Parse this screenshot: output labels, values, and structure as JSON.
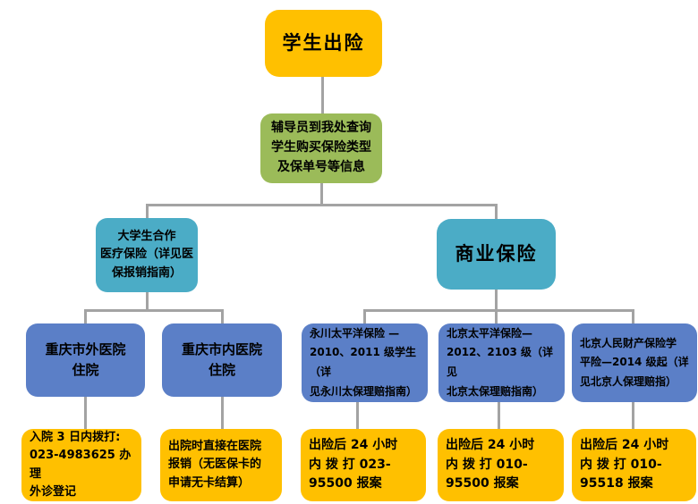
{
  "colors": {
    "root_and_action_boxes": "#FFC000",
    "query_box": "#9BBB59",
    "insurance_type_boxes": "#4BACC6",
    "branch_boxes": "#5B7FC7",
    "connector_lines": "#A3A3A3"
  },
  "nodes": {
    "root": {
      "text": "学生出险"
    },
    "query": {
      "text": "辅导员到我处查询\n学生购买保险类型\n及保单号等信息"
    },
    "coop_medical": {
      "text": "大学生合作\n医疗保险（详见医\n保报销指南）"
    },
    "commercial": {
      "text": "商业保险"
    },
    "hospital_outside": {
      "text": "重庆市外医院\n住院"
    },
    "hospital_inside": {
      "text": "重庆市内医院\n住院"
    },
    "yongchuan_pacific": {
      "text": "永川太平洋保险 —\n2010、2011 级学生（详\n见永川太保理赔指南）"
    },
    "beijing_pacific": {
      "text": "北京太平洋保险—\n2012、2103 级（详见\n北京太保理赔指南）"
    },
    "beijing_picc": {
      "text": "北京人民财产保险学\n平险—2014 级起（详\n见北京人保理赔指）"
    },
    "action_admission": {
      "text": "入院 3 日内拨打:\n023-4983625 办理\n外诊登记"
    },
    "action_discharge": {
      "text": "出院时直接在医院\n报销（无医保卡的\n申请无卡结算）"
    },
    "action_report_023": {
      "text": "出险后 24 小时\n内 拨 打  023-\n95500 报案"
    },
    "action_report_010a": {
      "text": "出险后 24 小时\n内 拨 打  010-\n95500 报案"
    },
    "action_report_010b": {
      "text": "出险后 24 小时\n内 拨 打  010-\n95518 报案"
    }
  }
}
